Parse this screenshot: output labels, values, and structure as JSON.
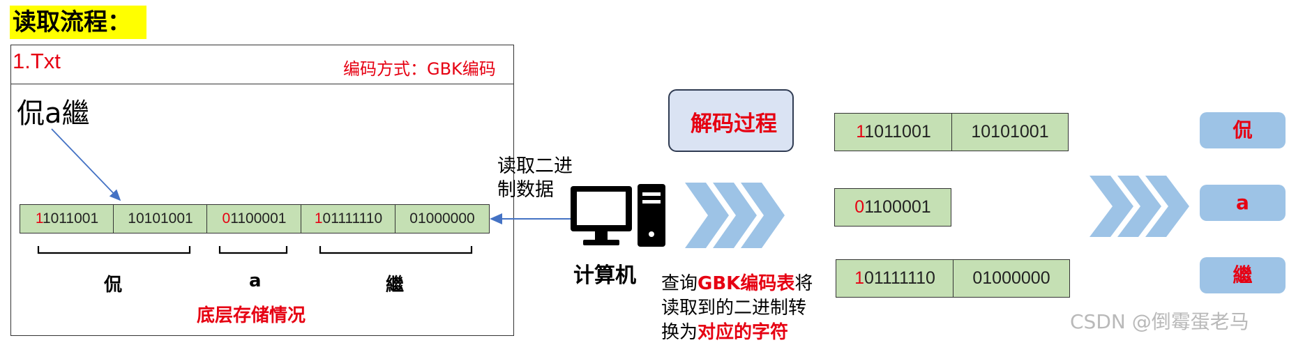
{
  "title": "读取流程：",
  "file": {
    "name": "1.Txt",
    "encoding_label": "编码方式：GBK编码",
    "content": "侃a繼"
  },
  "storage": {
    "bytes": [
      {
        "first": "1",
        "rest": "1011001"
      },
      {
        "first": "",
        "rest": "10101001"
      },
      {
        "first": "0",
        "rest": "1100001"
      },
      {
        "first": "1",
        "rest": "01111110"
      },
      {
        "first": "",
        "rest": "01000000"
      }
    ],
    "char_labels": [
      "侃",
      "a",
      "繼"
    ],
    "caption": "底层存储情况"
  },
  "read_label_line1": "读取二进",
  "read_label_line2": "制数据",
  "computer_label": "计算机",
  "decode_label": "解码过程",
  "decoded_rows": [
    {
      "bytes": [
        {
          "first": "1",
          "rest": "1011001"
        },
        {
          "first": "",
          "rest": "10101001"
        }
      ]
    },
    {
      "bytes": [
        {
          "first": "0",
          "rest": "1100001"
        }
      ]
    },
    {
      "bytes": [
        {
          "first": "1",
          "rest": "01111110"
        },
        {
          "first": "",
          "rest": "01000000"
        }
      ]
    }
  ],
  "lookup_text": {
    "line1_a": "查询",
    "line1_b": "GBK编码表",
    "line1_c": "将",
    "line2": "读取到的二进制转",
    "line3_a": "换为",
    "line3_b": "对应的字符"
  },
  "outputs": [
    "侃",
    "a",
    "繼"
  ],
  "watermark": "CSDN @倒霉蛋老马",
  "colors": {
    "red": "#e60012",
    "green_cell": "#c5e0b4",
    "blue_box": "#9dc3e6",
    "chevron": "#9dc3e6",
    "arrow": "#4472c4"
  }
}
